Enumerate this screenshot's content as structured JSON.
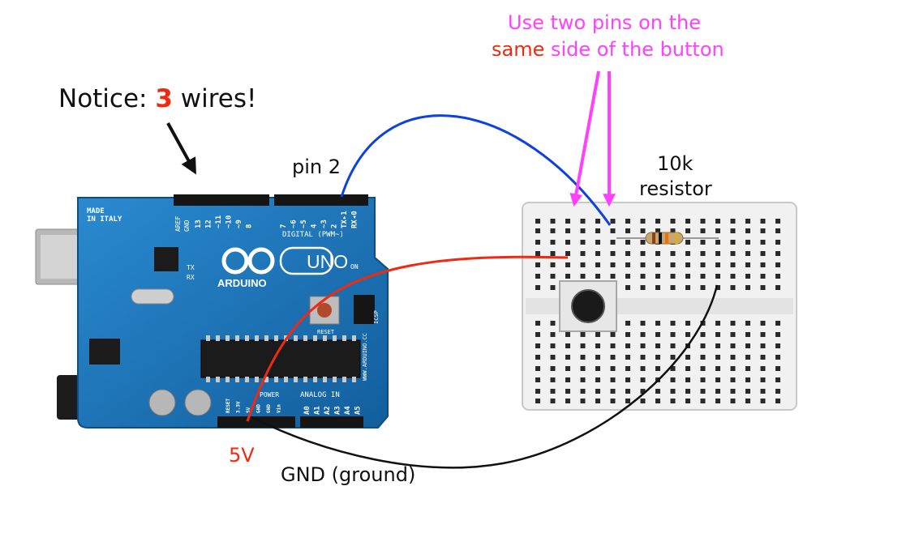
{
  "notice": {
    "prefix": "Notice: ",
    "count": "3",
    "suffix": " wires!"
  },
  "pin_label": "pin 2",
  "resistor_label": {
    "line1": "10k",
    "line2": "resistor"
  },
  "pins_note": {
    "line1": "Use two pins on the",
    "word_same": "same",
    "rest": " side of the button"
  },
  "fivev_label": "5V",
  "gnd_label": "GND (ground)",
  "board": {
    "brand": "ARDUINO",
    "model": "UNO",
    "made": "MADE",
    "made2": "IN ITALY",
    "digital": "DIGITAL (PWM~)",
    "analog": "ANALOG IN",
    "power": "POWER",
    "reset": "RESET",
    "on": "ON",
    "icsp": "ICSP",
    "tx": "TX",
    "rx": "RX",
    "aref": "AREF",
    "gnd": "GND",
    "website": "WWW.ARDUINO.CC",
    "digital_pins": [
      "13",
      "12",
      "~11",
      "~10",
      "~9",
      "8",
      "7",
      "~6",
      "~5",
      "4",
      "~3",
      "2",
      "TX▸1",
      "RX◂0"
    ],
    "analog_pins": [
      "A0",
      "A1",
      "A2",
      "A3",
      "A4",
      "A5"
    ],
    "power_pins": [
      "RESET",
      "3.3V",
      "5V",
      "GND",
      "GND",
      "Vin"
    ]
  },
  "colors": {
    "pink": "#ff40ff",
    "red": "#ee2a12",
    "blue": "#1040e0",
    "black": "#111111",
    "board": "#1a74b8"
  }
}
